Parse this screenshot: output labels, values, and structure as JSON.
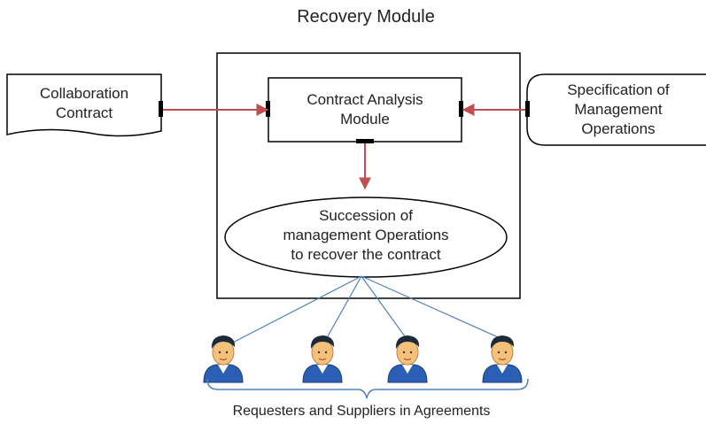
{
  "title": "Recovery Module",
  "nodes": {
    "collaboration_contract": {
      "lines": [
        "Collaboration",
        "Contract"
      ]
    },
    "contract_analysis": {
      "lines": [
        "Contract Analysis",
        "Module"
      ]
    },
    "specification": {
      "lines": [
        "Specification of",
        "Management",
        "Operations"
      ]
    },
    "succession": {
      "lines": [
        "Succession of",
        "management Operations",
        "to recover the contract"
      ]
    }
  },
  "actors": {
    "count": 4,
    "icon": "user-icon"
  },
  "group_label": "Requesters and Suppliers in Agreements",
  "colors": {
    "flow_arrow": "#c0504d",
    "fanout_arrow": "#4f81bd",
    "stroke": "#000000"
  }
}
